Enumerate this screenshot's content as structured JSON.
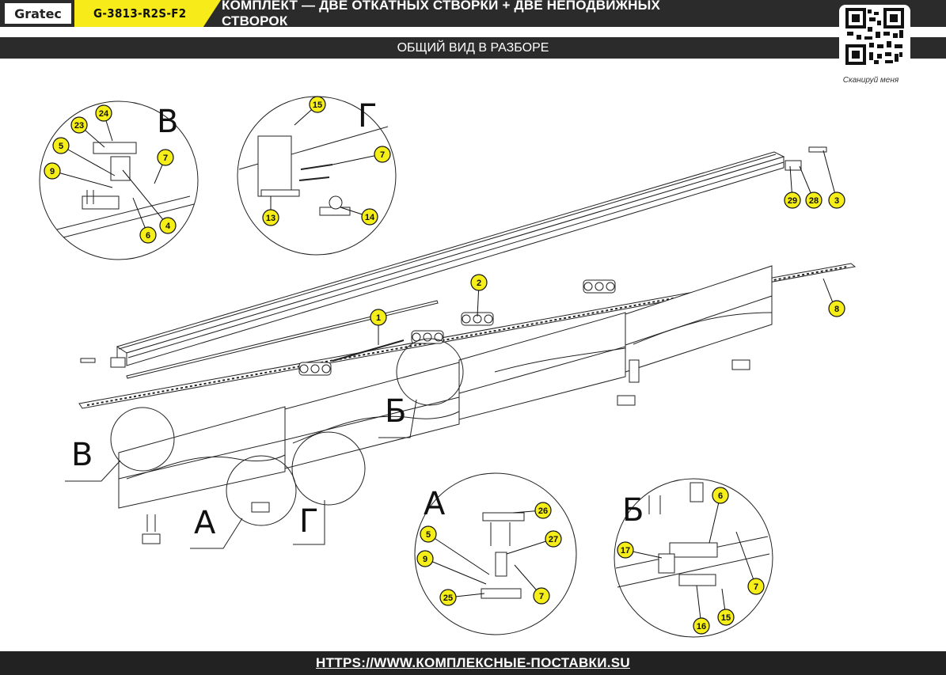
{
  "header": {
    "brand": "Gratec",
    "code": "G-3813-R2S-F2",
    "title": "КОМПЛЕКТ — ДВЕ ОТКАТНЫХ СТВОРКИ + ДВЕ НЕПОДВИЖНЫХ СТВОРОК",
    "subtitle": "ОБЩИЙ ВИД В РАЗБОРЕ"
  },
  "qr": {
    "caption": "Сканируй меня"
  },
  "footer": {
    "url": "HTTPS://WWW.КОМПЛЕКСНЫЕ-ПОСТАВКИ.SU"
  },
  "colors": {
    "accent": "#f5ee18",
    "bar": "#2b2b2b"
  },
  "detail_labels": {
    "v_detail": "В",
    "g_detail": "Г",
    "a_detail": "А",
    "b_detail": "Б",
    "v_main": "В",
    "b_main": "Б",
    "a_main": "А",
    "g_main": "Г"
  },
  "callouts": {
    "c1": "1",
    "c2": "2",
    "c3": "3",
    "c4": "4",
    "c5": "5",
    "c6": "6",
    "c7": "7",
    "c8": "8",
    "c9": "9",
    "c13": "13",
    "c14": "14",
    "c15": "15",
    "c16": "16",
    "c17": "17",
    "c23": "23",
    "c24": "24",
    "c25": "25",
    "c26": "26",
    "c27": "27",
    "c28": "28",
    "c29": "29",
    "v5": "5",
    "v6": "6",
    "v7": "7",
    "v9": "9",
    "v4": "4",
    "g7": "7",
    "a5": "5",
    "a9": "9",
    "a7": "7",
    "b6": "6",
    "b7": "7",
    "b15": "15"
  }
}
